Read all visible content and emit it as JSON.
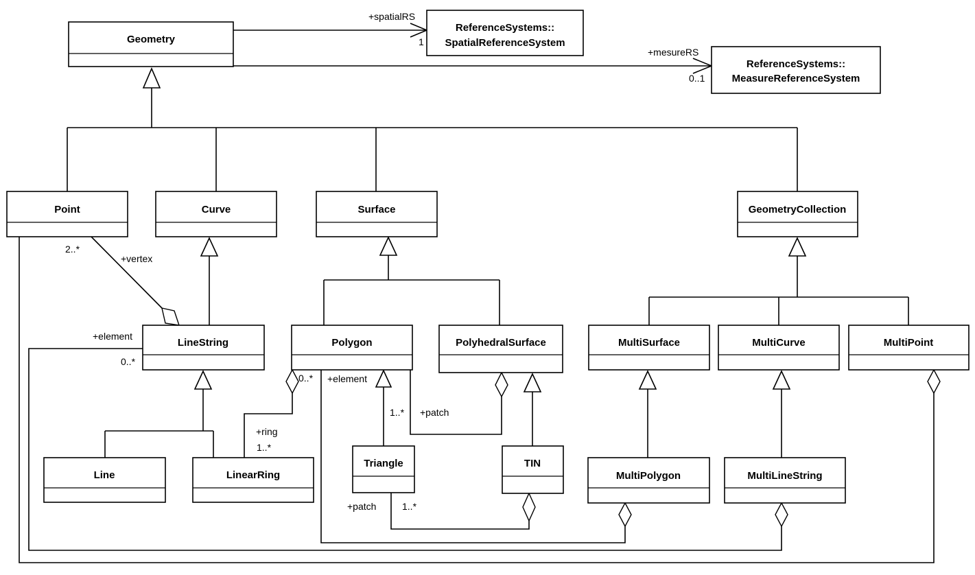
{
  "classes": {
    "geometry": "Geometry",
    "srs_1": "ReferenceSystems::",
    "srs_2": "SpatialReferenceSystem",
    "mrs_1": "ReferenceSystems::",
    "mrs_2": "MeasureReferenceSystem",
    "point": "Point",
    "curve": "Curve",
    "surface": "Surface",
    "geometry_collection": "GeometryCollection",
    "line_string": "LineString",
    "polygon": "Polygon",
    "polyhedral_surface": "PolyhedralSurface",
    "multi_surface": "MultiSurface",
    "multi_curve": "MultiCurve",
    "multi_point": "MultiPoint",
    "line": "Line",
    "linear_ring": "LinearRing",
    "triangle": "Triangle",
    "tin": "TIN",
    "multi_polygon": "MultiPolygon",
    "multi_line_string": "MultiLineString"
  },
  "labels": {
    "spatial_rs_role": "+spatialRS",
    "spatial_rs_mult": "1",
    "measure_rs_role": "+mesureRS",
    "measure_rs_mult": "0..1",
    "vertex_mult": "2..*",
    "vertex_role": "+vertex",
    "element_role_ls": "+element",
    "element_mult_ls": "0..*",
    "ring_mult_poly": "0..*",
    "element_role_poly": "+element",
    "ring_role": "+ring",
    "ring_mult": "1..*",
    "patch_mult_phs": "1..*",
    "patch_role_phs": "+patch",
    "patch_role_tin": "+patch",
    "patch_mult_tin": "1..*"
  }
}
